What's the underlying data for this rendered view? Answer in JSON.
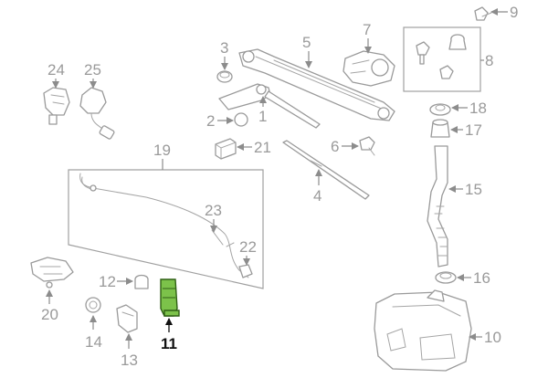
{
  "labels": {
    "p1": "1",
    "p2": "2",
    "p3": "3",
    "p4": "4",
    "p5": "5",
    "p6": "6",
    "p7": "7",
    "p8": "8",
    "p9": "9",
    "p10": "10",
    "p11": "11",
    "p12": "12",
    "p13": "13",
    "p14": "14",
    "p15": "15",
    "p16": "16",
    "p17": "17",
    "p18": "18",
    "p19": "19",
    "p20": "20",
    "p21": "21",
    "p22": "22",
    "p23": "23",
    "p24": "24",
    "p25": "25"
  },
  "colors": {
    "highlight_fill": "#7cc24a",
    "highlight_stroke": "#2f5f15",
    "line": "#9a9a9a"
  },
  "highlighted_part": "11"
}
